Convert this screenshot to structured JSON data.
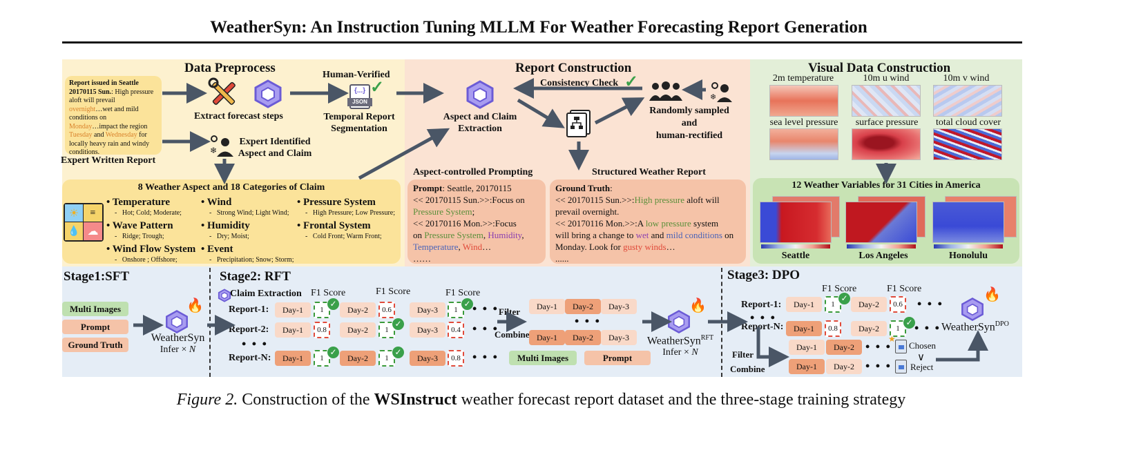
{
  "title": "WeatherSyn: An Instruction Tuning MLLM For Weather Forecasting Report Generation",
  "caption": {
    "prefix": "Figure 2.",
    "text_before": "Construction of the",
    "bold": "WSInstruct",
    "text_after": "weather forecast report dataset and the three-stage training strategy"
  },
  "colors": {
    "preprocess_bg": "#fdf1cf",
    "report_bg": "#fbe3d3",
    "visual_bg": "#e3efd8",
    "stages_bg": "#e5edf6",
    "yellow_box": "#fbe39a",
    "arrow": "#4a5666",
    "green_text": "#5a8f3a",
    "purple_text": "#8a3fb0",
    "blue_text": "#4a63b8",
    "red_text": "#e04a3a",
    "orange_text": "#d9822b"
  },
  "preprocess": {
    "heading": "Data Preprocess",
    "expert_report": {
      "line1": "Report issued in Seattle",
      "line2_bold": "20170115 Sun.",
      "line2_rest": ": High pressure",
      "line3": "aloft will prevail",
      "line4_orange": "overnight",
      "line4_rest": "…wet and mild",
      "line5": "conditions on",
      "line6_orange": "Monday",
      "line6_rest": "…impact the region",
      "line7_orange1": "Tuesday",
      "line7_mid": " and ",
      "line7_orange2": "Wednesday",
      "line7_rest": " for",
      "line8": "locally heavy rain and windy",
      "line9": "conditions.",
      "label": "Expert Written Report"
    },
    "extract_label": "Extract forecast steps",
    "human_verified": "Human-Verified",
    "json_icon_label": "JSON",
    "temporal_line1": "Temporal Report",
    "temporal_line2": "Segmentation",
    "expert_identified_line1": "Expert Identified",
    "expert_identified_line2": "Aspect and Claim",
    "aspect_box_title": "8 Weather Aspect and 18 Categories of Claim",
    "categories": [
      {
        "name": "Temperature",
        "items": "Hot; Cold; Moderate;"
      },
      {
        "name": "Wind",
        "items": "Strong Wind; Light Wind;"
      },
      {
        "name": "Pressure System",
        "items": "High Pressure; Low Pressure;"
      },
      {
        "name": "Wave Pattern",
        "items": "Ridge; Trough;"
      },
      {
        "name": "Humidity",
        "items": "Dry; Moist;"
      },
      {
        "name": "Frontal System",
        "items": "Cold Front; Warm Front;"
      },
      {
        "name": "Wind Flow System",
        "items": "Onshore ; Offshore;"
      },
      {
        "name": "Event",
        "items": "Precipitation; Snow; Storm;"
      }
    ]
  },
  "report_construction": {
    "heading": "Report Construction",
    "consistency_check": "Consistency Check",
    "aspect_claim_line1": "Aspect and Claim",
    "aspect_claim_line2": "Extraction",
    "random_line1": "Randomly sampled",
    "random_line2": "and",
    "random_line3": "human-rectified",
    "prompting_heading": "Aspect-controlled Prompting",
    "prompt": {
      "label": "Prompt",
      "l1": ": Seattle, 20170115",
      "l2": "<< 20170115 Sun.>>:Focus on",
      "l3_green": "Pressure System",
      "l3_rest": ";",
      "l4": "<< 20170116 Mon.>>:Focus",
      "l5_pre": "on ",
      "l5_green": "Pressure System",
      "l5_sep": ", ",
      "l5_purple": "Humidity",
      "l5_end": ",",
      "l6_blue": "Temperature",
      "l6_sep": ", ",
      "l6_red": "Wind",
      "l6_end": "…",
      "l7": "……"
    },
    "structured_heading": "Structured Weather Report",
    "ground_truth": {
      "label": "Ground Truth",
      "l1_end": ":",
      "l2_pre": "<< 20170115 Sun.>>:",
      "l2_green": "High pressure",
      "l2_rest": " aloft will",
      "l3": "prevail overnight.",
      "l4_pre": "<< 20170116 Mon.>>:A ",
      "l4_green": "low pressure",
      "l4_rest": " system",
      "l5_pre": "will bring a change to ",
      "l5_purple": "wet",
      "l5_mid": " and ",
      "l5_blue": "mild conditions",
      "l5_rest": " on",
      "l6_pre": "Monday. Look for ",
      "l6_red": "gusty winds",
      "l6_end": "…",
      "l7": "......"
    }
  },
  "visual": {
    "heading": "Visual Data Construction",
    "variables": [
      "2m temperature",
      "10m u wind",
      "10m v wind",
      "sea level pressure",
      "surface pressure",
      "total cloud cover"
    ],
    "box_title": "12 Weather Variables for 31 Cities in America",
    "cities": [
      "Seattle",
      "Los Angeles",
      "Honolulu"
    ]
  },
  "stage1": {
    "heading": "Stage1:SFT",
    "tags": [
      "Multi Images",
      "Prompt",
      "Ground Truth"
    ],
    "model": "WeatherSyn",
    "infer": "Infer × ",
    "infer_n": "N"
  },
  "stage2": {
    "heading": "Stage2: RFT",
    "claim_extraction": "Claim Extraction",
    "f1_label": "F1 Score",
    "rows": [
      {
        "label": "Report-1:",
        "days": [
          "Day-1",
          "Day-2",
          "Day-3"
        ],
        "scores": [
          "1",
          "0.6",
          "1"
        ]
      },
      {
        "label": "Report-2:",
        "days": [
          "Day-1",
          "Day-2",
          "Day-3"
        ],
        "scores": [
          "0.8",
          "1",
          "0.4"
        ]
      },
      {
        "label": "Report-N:",
        "days": [
          "Day-1",
          "Day-2",
          "Day-3"
        ],
        "scores": [
          "1",
          "1",
          "0.8"
        ]
      }
    ],
    "filter": "Filter",
    "combine": "Combine",
    "filtered_top": [
      "Day-1",
      "Day-2",
      "Day-3"
    ],
    "filtered_bottom": [
      "Day-1",
      "Day-2",
      "Day-3"
    ],
    "multi_images": "Multi Images",
    "prompt": "Prompt",
    "model": "WeatherSyn",
    "model_sup": "RFT",
    "infer": "Infer × ",
    "infer_n": "N"
  },
  "stage3": {
    "heading": "Stage3: DPO",
    "f1_label": "F1 Score",
    "rows": [
      {
        "label": "Report-1:",
        "days": [
          "Day-1",
          "Day-2"
        ],
        "scores": [
          "1",
          "0.6"
        ]
      },
      {
        "label": "Report-N:",
        "days": [
          "Day-1",
          "Day-2"
        ],
        "scores": [
          "0.8",
          "1"
        ]
      }
    ],
    "filter": "Filter",
    "combine": "Combine",
    "chosen_days": [
      "Day-1",
      "Day-2"
    ],
    "reject_days": [
      "Day-1",
      "Day-2"
    ],
    "chosen": "Chosen",
    "vee": "∨",
    "reject": "Reject",
    "model": "WeatherSyn",
    "model_sup": "DPO"
  }
}
